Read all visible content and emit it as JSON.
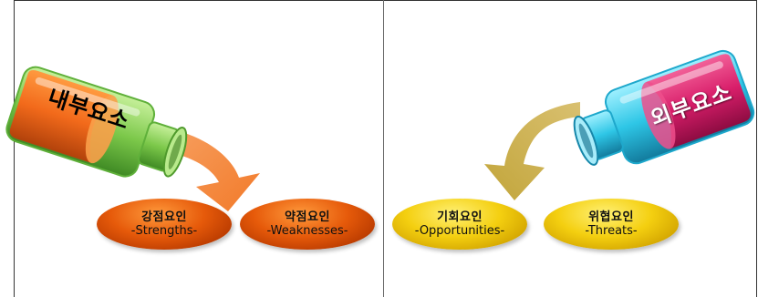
{
  "left": {
    "bottle_label": "내부요소",
    "pills": [
      {
        "ko": "강점요인",
        "en": "-Strengths-"
      },
      {
        "ko": "약점요인",
        "en": "-Weaknesses-"
      }
    ]
  },
  "right": {
    "bottle_label": "외부요소",
    "pills": [
      {
        "ko": "기회요인",
        "en": "-Opportunities-"
      },
      {
        "ko": "위협요인",
        "en": "-Threats-"
      }
    ]
  },
  "colors": {
    "orange_bottle": "#f26a1b",
    "green_glass": "#8cd65c",
    "orange_arrow": "#f58a3c",
    "pink_bottle": "#d81e6a",
    "cyan_glass": "#2ec6e6",
    "yellow_arrow": "#cbb048",
    "orange_pill": "#e65a0a",
    "yellow_pill": "#f4cf10"
  }
}
